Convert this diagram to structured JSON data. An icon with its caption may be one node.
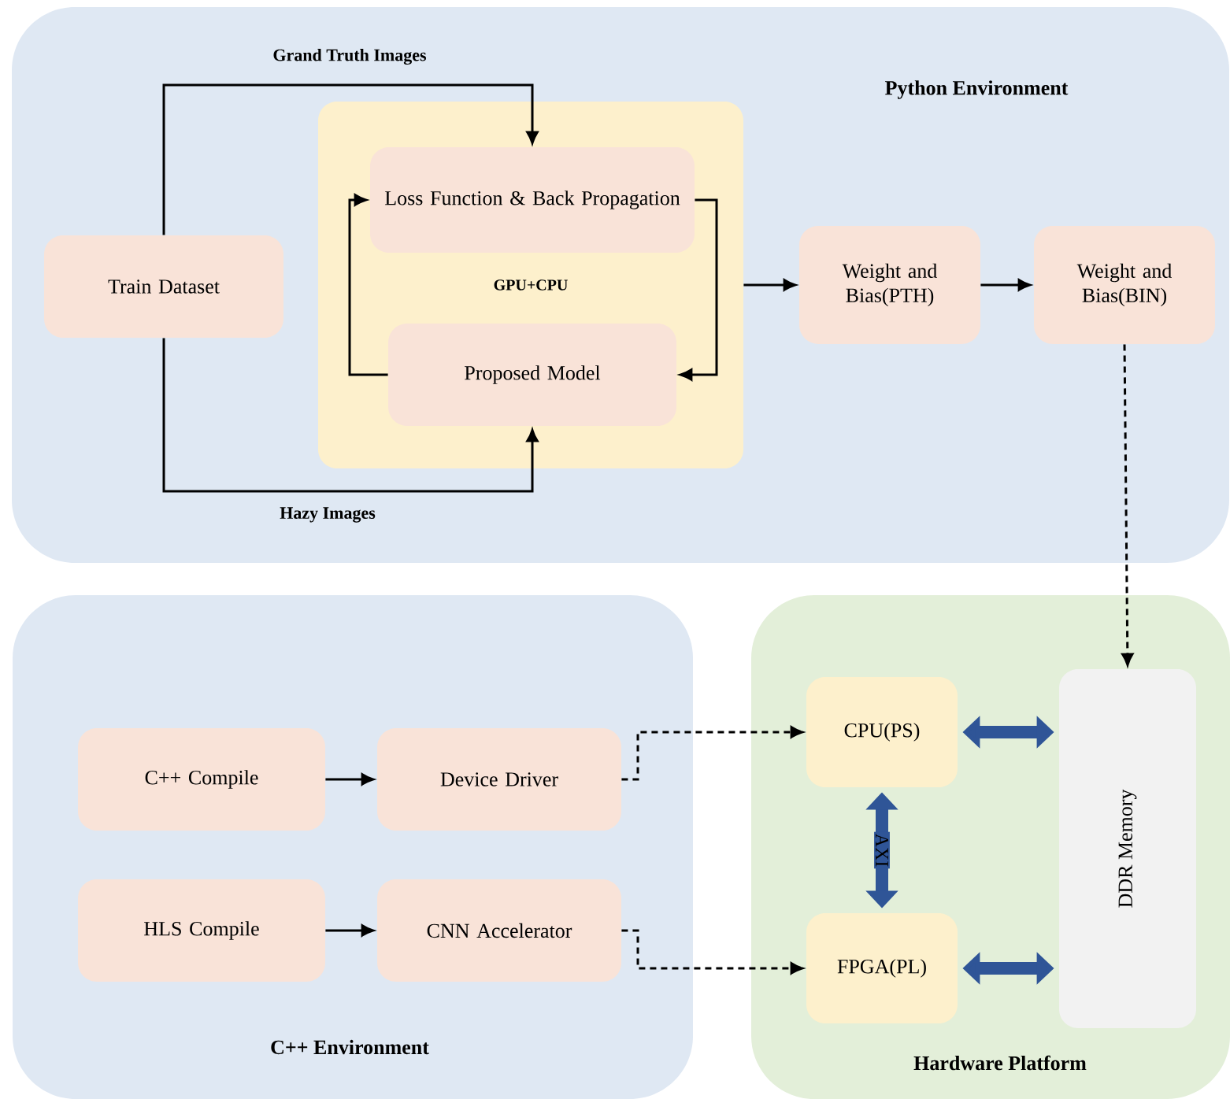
{
  "diagram": {
    "nodes": [
      {
        "text": [
          "Python Environment"
        ]
      },
      {
        "text": [
          "Train Dataset"
        ],
        "in": 0
      },
      {
        "text": [
          "GPU+CPU"
        ],
        "in": 0
      },
      {
        "text": [
          "Loss Function & Back Propagation"
        ],
        "in": 2
      },
      {
        "text": [
          "Proposed Model"
        ],
        "in": 2
      },
      {
        "text": [
          "Weight and Bias(PTH)"
        ],
        "in": 0
      },
      {
        "text": [
          "Weight and Bias(BIN)"
        ],
        "in": 0
      },
      {
        "text": [
          "C++ Environment"
        ]
      },
      {
        "text": [
          "C++ Compile"
        ],
        "in": 7
      },
      {
        "text": [
          "Device Driver"
        ],
        "in": 7
      },
      {
        "text": [
          "HLS Compile"
        ],
        "in": 7
      },
      {
        "text": [
          "CNN Accelerator"
        ],
        "in": 7
      },
      {
        "text": [
          "Hardware Platform"
        ]
      },
      {
        "text": [
          "CPU(PS)"
        ],
        "in": 12
      },
      {
        "text": [
          "FPGA(PL)"
        ],
        "in": 12
      },
      {
        "text": [
          "DDR Memory"
        ],
        "in": 12
      }
    ],
    "edges": [
      {
        "from": 1,
        "to": 3,
        "arrow": "to",
        "label": "Grand Truth Images"
      },
      {
        "from": 1,
        "to": 4,
        "arrow": "to",
        "label": "Hazy Images"
      },
      {
        "from": 4,
        "to": 3,
        "arrow": "to"
      },
      {
        "from": 3,
        "to": 4,
        "arrow": "to"
      },
      {
        "from": 2,
        "to": 5,
        "arrow": "to"
      },
      {
        "from": 5,
        "to": 6,
        "arrow": "to"
      },
      {
        "from": 6,
        "to": 15,
        "arrow": "to",
        "style": "dashed"
      },
      {
        "from": 8,
        "to": 9,
        "arrow": "to"
      },
      {
        "from": 9,
        "to": 13,
        "arrow": "to",
        "style": "dashed"
      },
      {
        "from": 10,
        "to": 11,
        "arrow": "to"
      },
      {
        "from": 11,
        "to": 14,
        "arrow": "to",
        "style": "dashed"
      },
      {
        "from": 13,
        "to": 14,
        "arrow": "both",
        "style": "thick",
        "color": "#2f5597",
        "label": "AXI"
      },
      {
        "from": 13,
        "to": 15,
        "arrow": "both",
        "style": "thick",
        "color": "#2f5597"
      },
      {
        "from": 14,
        "to": 15,
        "arrow": "both",
        "style": "thick",
        "color": "#2f5597"
      }
    ]
  }
}
